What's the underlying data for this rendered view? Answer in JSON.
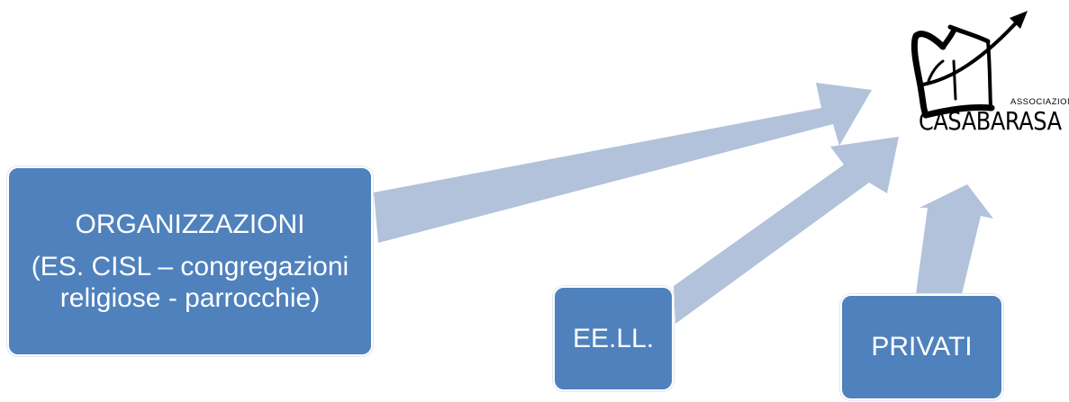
{
  "colors": {
    "box_fill": "#4f81bd",
    "arrow_fill": "#b2c2db",
    "text": "#ffffff"
  },
  "nodes": {
    "organizzazioni": {
      "title": "ORGANIZZAZIONI",
      "subtitle_line1": "(ES. CISL – congregazioni",
      "subtitle_line2": "religiose - parrocchie)"
    },
    "eell": {
      "label": "EE.LL."
    },
    "privati": {
      "label": "PRIVATI"
    }
  },
  "logo": {
    "small_text": "ASSOCIAZIONE",
    "big_text": "CASABARASA",
    "icon": "house-arrow-logo"
  },
  "edges": [
    {
      "from": "organizzazioni",
      "to": "logo"
    },
    {
      "from": "eell",
      "to": "logo"
    },
    {
      "from": "privati",
      "to": "logo"
    }
  ]
}
